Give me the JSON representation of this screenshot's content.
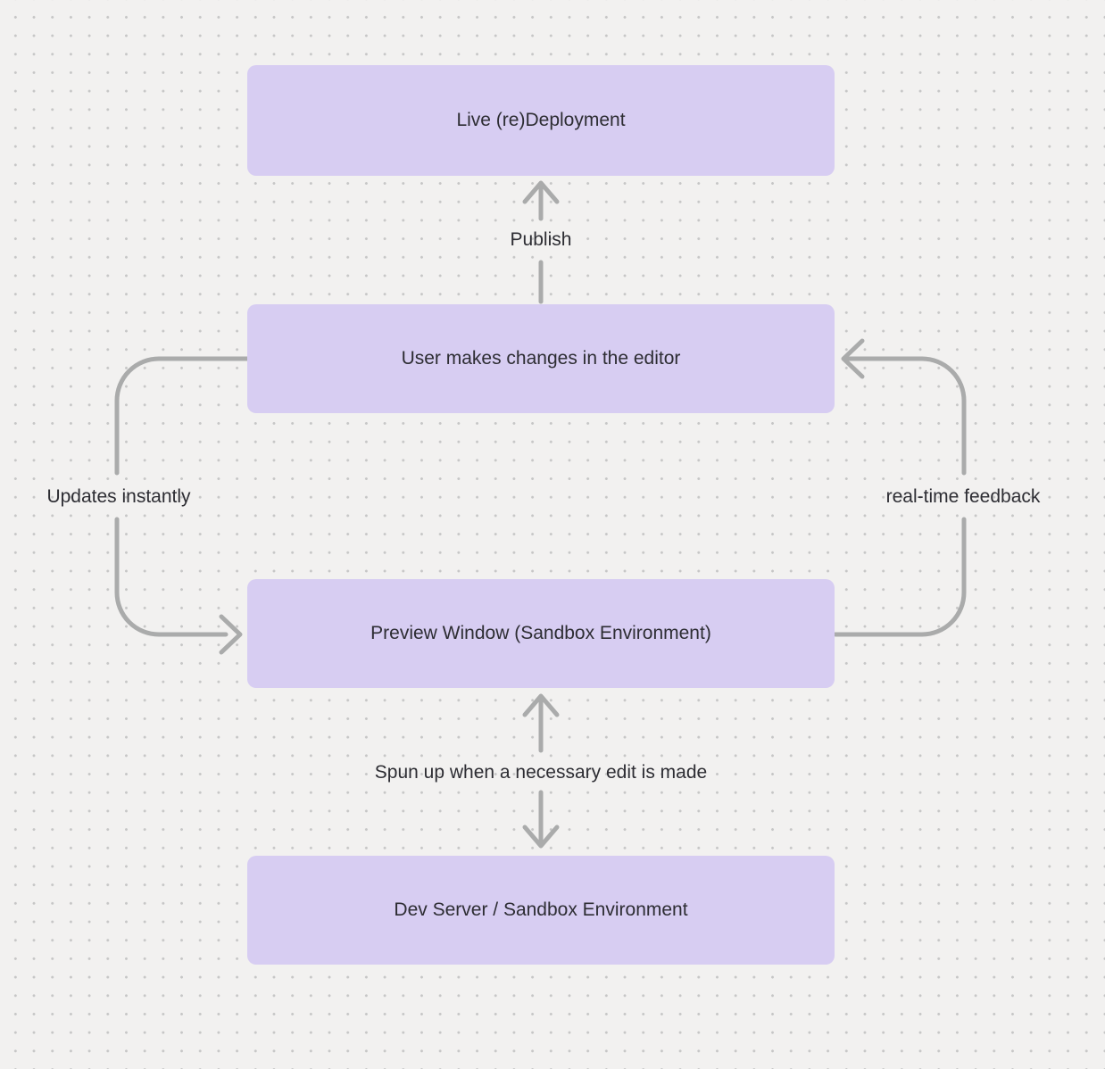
{
  "diagram": {
    "type": "flowchart",
    "nodes": [
      {
        "id": "live-deployment",
        "label": "Live (re)Deployment"
      },
      {
        "id": "editor",
        "label": "User makes changes in the editor"
      },
      {
        "id": "preview",
        "label": "Preview Window (Sandbox Environment)"
      },
      {
        "id": "dev-server",
        "label": "Dev Server / Sandbox Environment"
      }
    ],
    "edges": [
      {
        "id": "publish",
        "from": "editor",
        "to": "live-deployment",
        "label": "Publish",
        "style": "straight-up"
      },
      {
        "id": "updates-instantly",
        "from": "editor",
        "to": "preview",
        "label": "Updates instantly",
        "style": "left-loop-down"
      },
      {
        "id": "real-time-feedback",
        "from": "preview",
        "to": "editor",
        "label": "real-time feedback",
        "style": "right-loop-up"
      },
      {
        "id": "spun-up",
        "from": "preview",
        "to": "dev-server",
        "label": "Spun up when a necessary edit is made",
        "style": "bidirectional-vertical"
      }
    ],
    "colors": {
      "background": "#f2f1f0",
      "dot": "#c6c6c6",
      "node_fill": "#d7cdf2",
      "connector": "#aaabab",
      "text": "#2d2d33"
    }
  }
}
